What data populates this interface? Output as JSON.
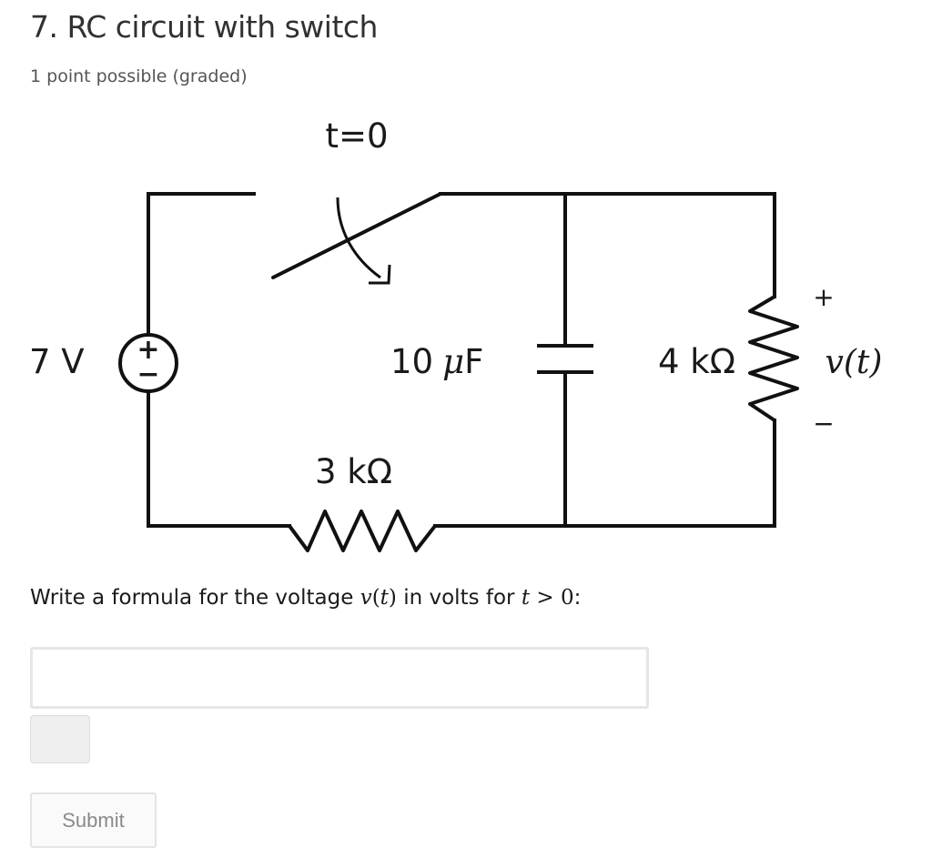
{
  "problem": {
    "title": "7. RC circuit with switch",
    "progress": "1 point possible (graded)"
  },
  "circuit": {
    "switch_label": "t=0",
    "source_label": "7 V",
    "source_plus": "+",
    "source_minus": "−",
    "capacitor_label_num": "10",
    "capacitor_label_unit": "μ",
    "capacitor_label_suffix": "F",
    "series_resistor_label": "3 kΩ",
    "shunt_resistor_label": "4 kΩ",
    "output_plus": "+",
    "output_minus": "−",
    "output_label": "v(t)"
  },
  "question": {
    "text_before": "Write a formula for the voltage ",
    "var_v": "v",
    "paren_open": "(",
    "var_t": "t",
    "paren_close": ")",
    "text_middle": " in volts for ",
    "cond_var": "t",
    "cond_op": " > ",
    "cond_val": "0",
    "text_after": ":"
  },
  "answer": {
    "value": "",
    "placeholder": ""
  },
  "actions": {
    "submit_label": "Submit"
  }
}
